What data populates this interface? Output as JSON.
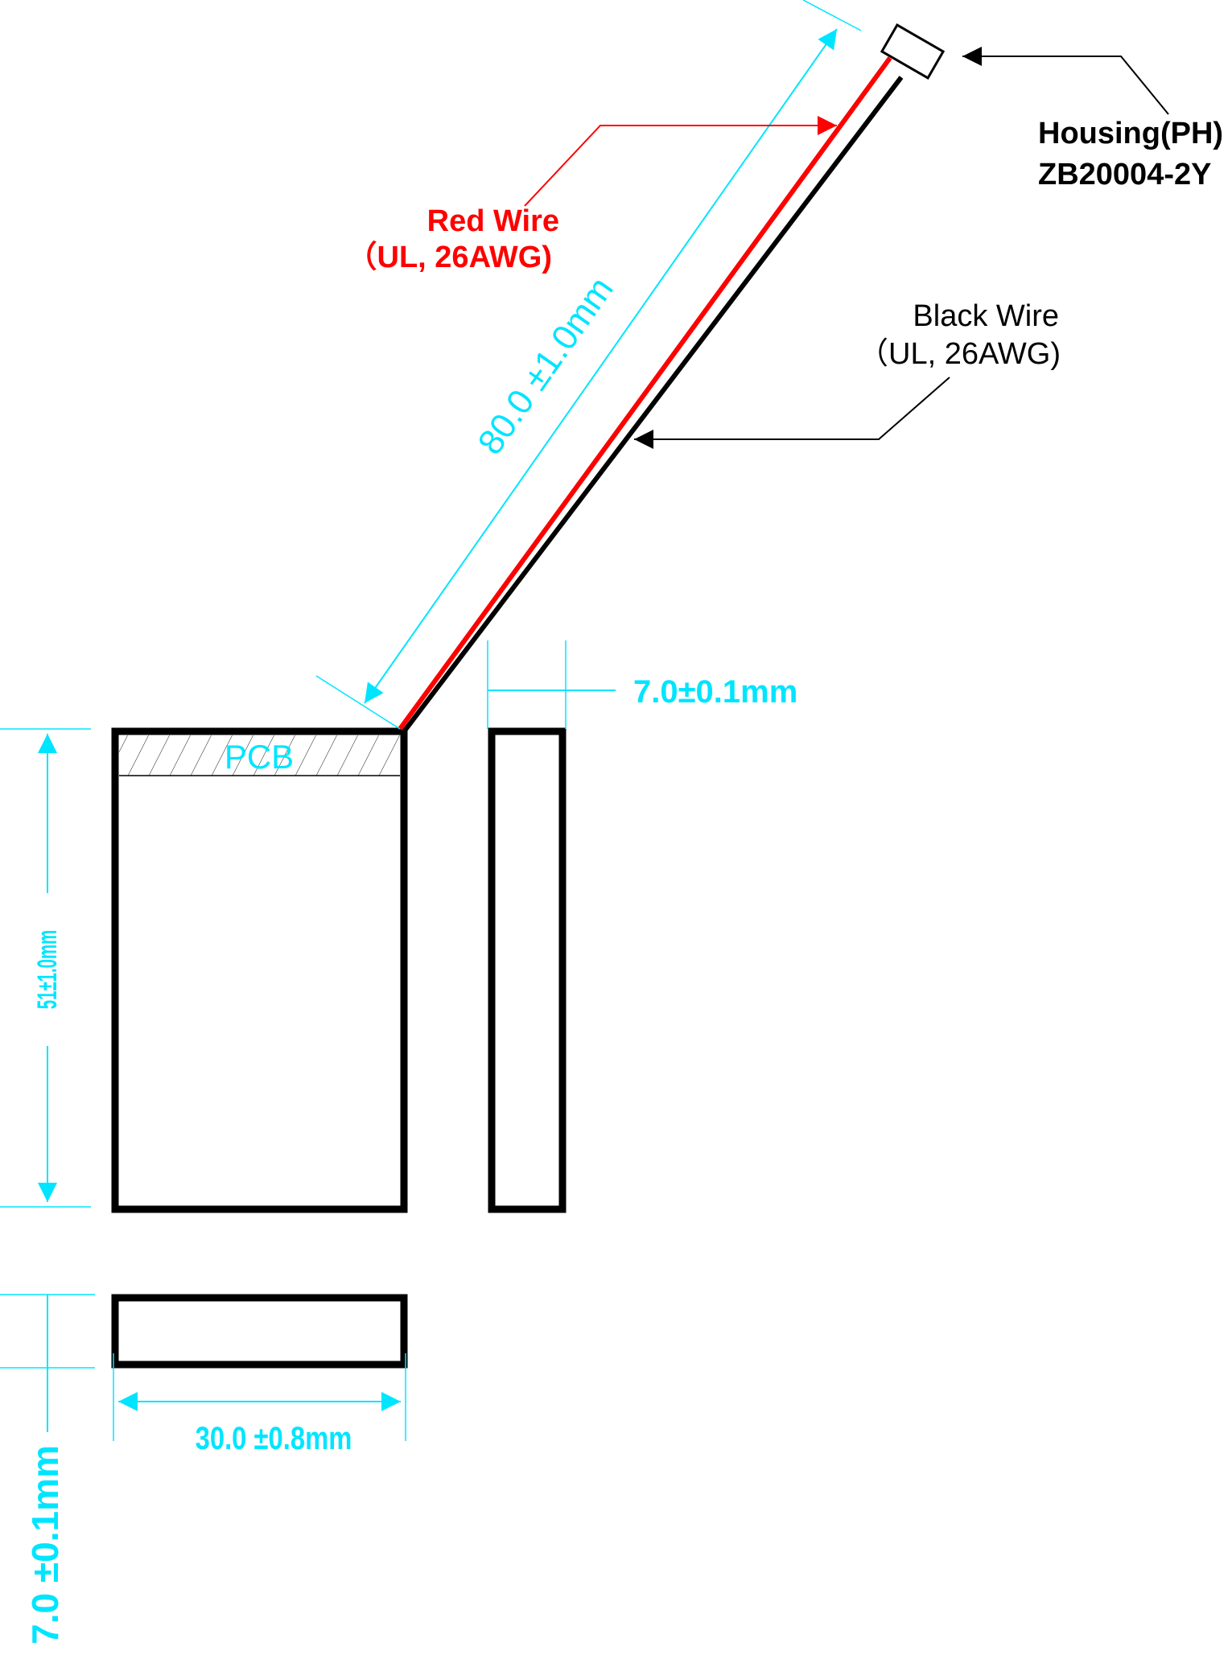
{
  "colors": {
    "dimension": "#00e5ff",
    "red_wire": "#ff0000",
    "outline": "#000000",
    "background": "#ffffff"
  },
  "labels": {
    "housing_line1": "Housing(PH)",
    "housing_line2": "ZB20004-2Y",
    "red_wire_line1": "Red Wire",
    "red_wire_line2": "（UL, 26AWG)",
    "black_wire_line1": "Black Wire",
    "black_wire_line2": "（UL, 26AWG)",
    "pcb": "PCB"
  },
  "dimensions": {
    "wire_length": "80.0 ±1.0mm",
    "side_thickness": "7.0±0.1mm",
    "height": "51±1.0mm",
    "width": "30.0 ±0.8mm",
    "bottom_thickness": "7.0 ±0.1mm"
  }
}
